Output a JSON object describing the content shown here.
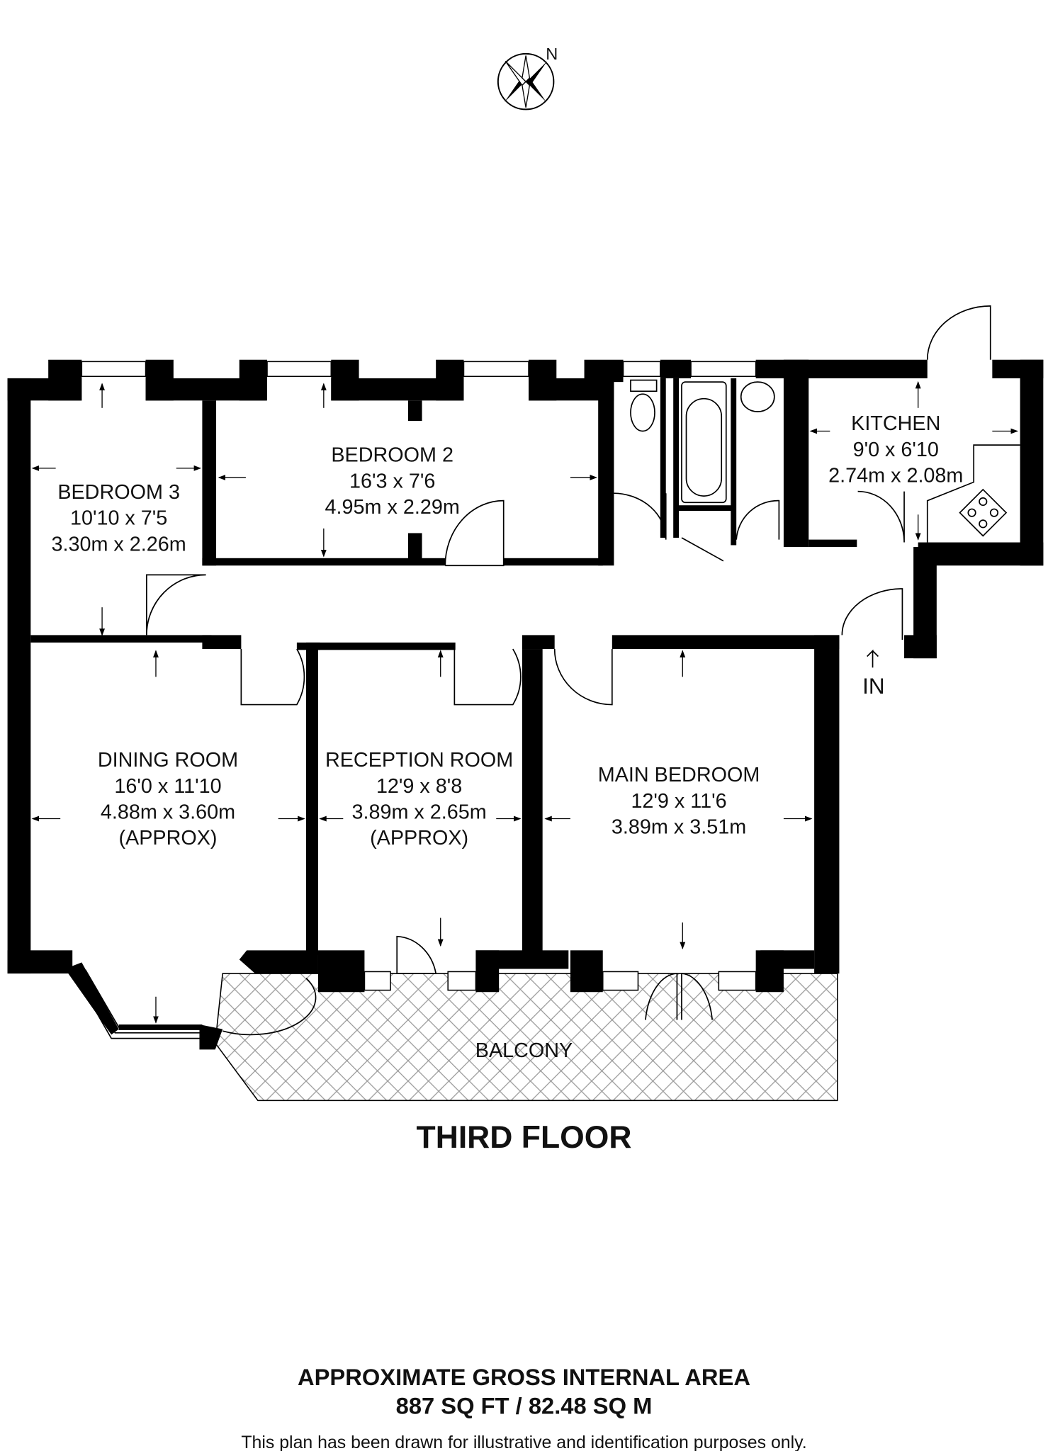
{
  "compass": {
    "label": "N",
    "icon": "compass-rose-icon"
  },
  "rooms": [
    {
      "name": "BEDROOM 3",
      "imperial": "10'10 x 7'5",
      "metric": "3.30m x 2.26m"
    },
    {
      "name": "BEDROOM 2",
      "imperial": "16'3 x 7'6",
      "metric": "4.95m x 2.29m"
    },
    {
      "name": "KITCHEN",
      "imperial": "9'0 x 6'10",
      "metric": "2.74m x 2.08m"
    },
    {
      "name": "DINING ROOM",
      "imperial": "16'0 x 11'10",
      "metric": "4.88m x 3.60m",
      "note": "(APPROX)"
    },
    {
      "name": "RECEPTION ROOM",
      "imperial": "12'9 x 8'8",
      "metric": "3.89m x 2.65m",
      "note": "(APPROX)"
    },
    {
      "name": "MAIN BEDROOM",
      "imperial": "12'9 x 11'6",
      "metric": "3.89m x 3.51m"
    },
    {
      "name": "BALCONY"
    }
  ],
  "entrance": {
    "label": "IN"
  },
  "floor_title": "THIRD FLOOR",
  "area": {
    "heading": "APPROXIMATE GROSS INTERNAL AREA",
    "value": "887 SQ FT / 82.48 SQ M"
  },
  "disclaimer": "This plan has been drawn for illustrative and identification purposes only."
}
